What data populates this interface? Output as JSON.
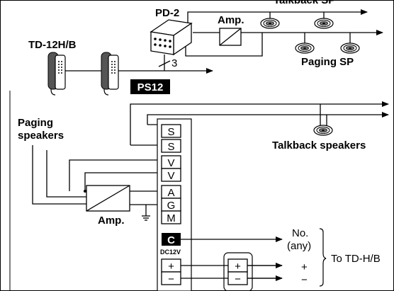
{
  "labels": {
    "talkback_sp": "Talkback SP",
    "pd2": "PD-2",
    "amp_top": "Amp.",
    "td12hb": "TD-12H/B",
    "paging_sp": "Paging SP",
    "wire_count": "3",
    "ps12": "PS12",
    "paging_speakers_l1": "Paging",
    "paging_speakers_l2": "speakers",
    "talkback_speakers": "Talkback speakers",
    "amp_bottom": "Amp.",
    "dc12v": "DC12V",
    "no_label": "No.",
    "any_label": "(any)",
    "to_td": "To TD-H/B",
    "plus_out": "+",
    "minus_out": "−"
  },
  "terminals": [
    "S",
    "S",
    "V",
    "V",
    "A",
    "G",
    "M",
    "C",
    "+",
    "−"
  ],
  "connector_terminals": [
    "+",
    "−"
  ]
}
